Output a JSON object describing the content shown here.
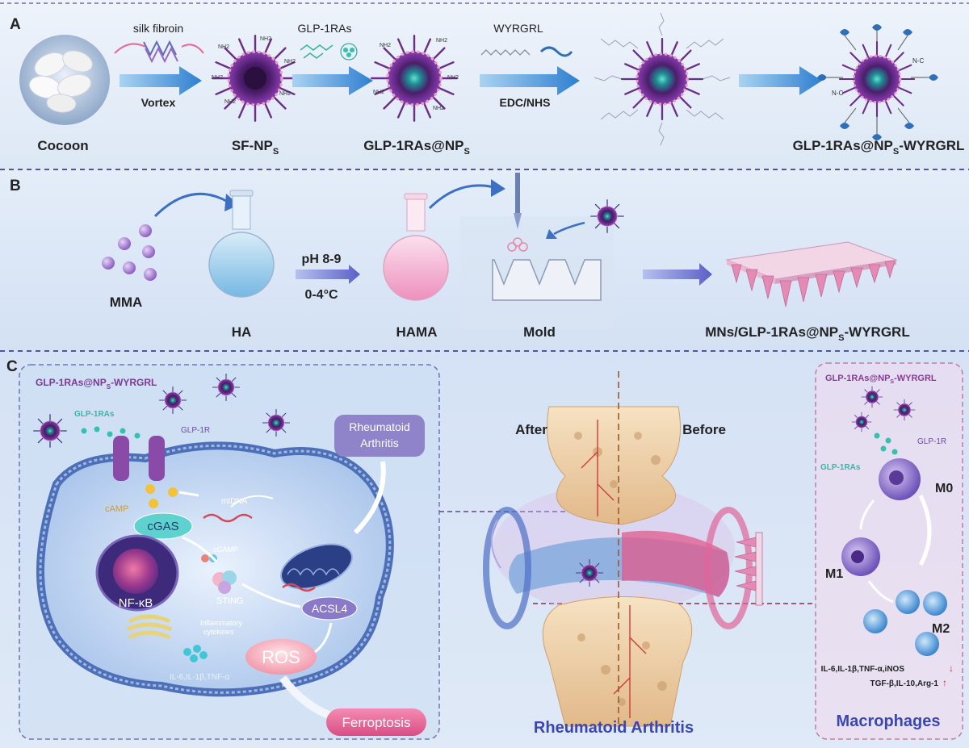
{
  "panelA": {
    "letter": "A",
    "cocoon": "Cocoon",
    "silk_fibroin": "silk fibroin",
    "vortex": "Vortex",
    "sf_np": "SF-NP",
    "glp1ras_top": "GLP-1RAs",
    "glp_np": "GLP-1RAs@NP",
    "wyrgrl_top": "WYRGRL",
    "edc_nhs": "EDC/NHS",
    "final": "GLP-1RAs@NP",
    "final_suffix": "-WYRGRL",
    "sub_s": "S",
    "nh2": "NH2",
    "nc": "N-C"
  },
  "panelB": {
    "letter": "B",
    "mma": "MMA",
    "ha": "HA",
    "ph": "pH 8-9",
    "temp": "0-4°C",
    "hama": "HAMA",
    "mold": "Mold",
    "mns": "MNs/GLP-1RAs@NP",
    "mns_suffix": "-WYRGRL",
    "sub_s": "S"
  },
  "panelC": {
    "letter": "C",
    "left": {
      "np_label": "GLP-1RAs@NP",
      "np_suffix": "-WYRGRL",
      "sub_s": "S",
      "glp1ras": "GLP-1RAs",
      "glp1r": "GLP-1R",
      "ra_line1": "Rheumatoid",
      "ra_line2": "Arthritis",
      "camp": "cAMP",
      "mtdna": "mtDNA",
      "cgas": "cGAS",
      "cgamp": "cGAMP",
      "nfkb": "NF-κB",
      "sting": "STING",
      "acsl4": "ACSL4",
      "inflam1": "Inflammatory",
      "inflam2": "cytokines",
      "ros": "ROS",
      "cytokines": "IL-6,IL-1β,TNF-α",
      "ferroptosis": "Ferroptosis"
    },
    "middle": {
      "after": "After",
      "before": "Before",
      "title": "Rheumatoid Arthritis"
    },
    "right": {
      "np_label": "GLP-1RAs@NP",
      "np_suffix": "-WYRGRL",
      "sub_s": "S",
      "glp1ras": "GLP-1RAs",
      "glp1r": "GLP-1R",
      "m0": "M0",
      "m1": "M1",
      "m2": "M2",
      "down_line": "IL-6,IL-1β,TNF-α,iNOS",
      "up_line": "TGF-β,IL-10,Arg-1",
      "title": "Macrophages",
      "down_arrow": "↓",
      "up_arrow": "↑"
    }
  },
  "colors": {
    "purple": "#6a2e86",
    "arrow_blue": "#3f8fd6",
    "title_blue": "#3b47b0",
    "ros_pink": "#e0627a"
  }
}
